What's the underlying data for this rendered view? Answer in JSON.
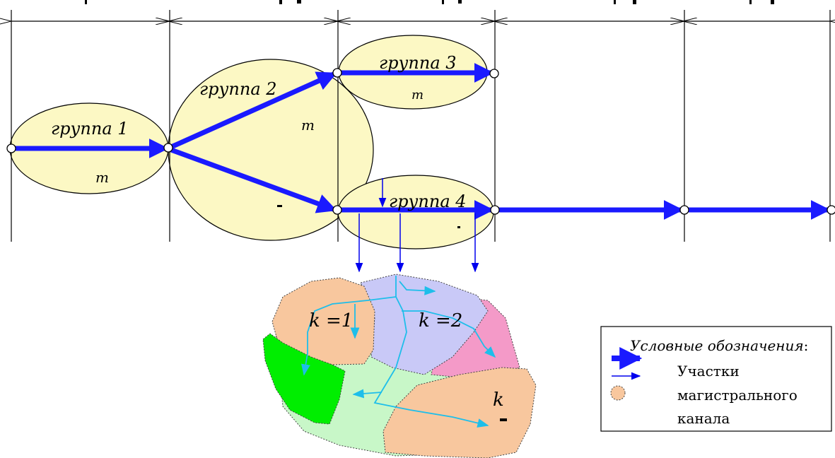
{
  "groups": [
    {
      "label": "группа 1",
      "sub": "m"
    },
    {
      "label": "группа 2",
      "sub": "m"
    },
    {
      "label": "группа 3",
      "sub": "m"
    },
    {
      "label": "группа 4",
      "sub": ""
    }
  ],
  "zones": [
    {
      "label": "k =1",
      "color": "#f8c79e"
    },
    {
      "label": "k =2",
      "color": "#c9c9f7"
    },
    {
      "label": "",
      "color": "#f49ac8"
    },
    {
      "label": "",
      "color": "#00ee00"
    },
    {
      "label": "",
      "color": "#c8f7c8"
    },
    {
      "label": "k",
      "color": "#f8c79e"
    }
  ],
  "legend": {
    "title": "Условные обозначения",
    "title_suffix": ":",
    "line1": "Участки",
    "line2": "магистрального",
    "line3": "канала"
  },
  "colors": {
    "ellipse_fill": "#fcf8c4",
    "main_arrow": "#1a1aff",
    "branch_arrow": "#0000ee",
    "flow_arrow": "#1ebeea"
  }
}
